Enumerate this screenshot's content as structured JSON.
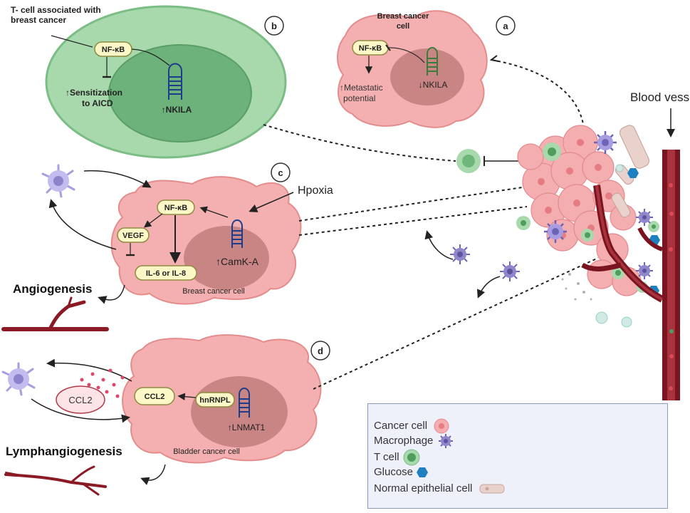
{
  "panels": {
    "a": {
      "badge": "a",
      "cell_title": "Breast cancer cell",
      "nfkb": "NF-κB",
      "nkila": "↓NKILA",
      "outcome": "↑Metastatic potential"
    },
    "b": {
      "badge": "b",
      "title": "T- cell associated with breast cancer",
      "nfkb": "NF-κB",
      "nkila": "↑NKILA",
      "outcome": "↑Sensitization to AICD"
    },
    "c": {
      "badge": "c",
      "stimulus": "Hpoxia",
      "nfkb": "NF-κB",
      "vegf": "VEGF",
      "il": "IL-6 or IL-8",
      "camk": "↑CamK-A",
      "cell_label": "Breast cancer cell",
      "result": "Angiogenesis"
    },
    "d": {
      "badge": "d",
      "ccl2_box": "CCL2",
      "ccl2_cloud": "CCL2",
      "hnrnpl": "hnRNPL",
      "lnmat": "↑LNMAT1",
      "cell_label": "Bladder cancer cell",
      "result": "Lymphangiogenesis"
    }
  },
  "blood_vessel_label": "Blood vessel",
  "legend": {
    "items": [
      {
        "label": "Cancer cell",
        "icon": "cancer-cell-icon"
      },
      {
        "label": "Macrophage",
        "icon": "macrophage-icon"
      },
      {
        "label": "T cell",
        "icon": "t-cell-icon"
      },
      {
        "label": "Glucose",
        "icon": "glucose-icon"
      },
      {
        "label": "Normal epithelial cell",
        "icon": "epithelial-cell-icon"
      }
    ]
  },
  "colors": {
    "cancer": "#f4b0b0",
    "cancer_edge": "#e48c8c",
    "nucleus": "#c98484",
    "tcell_outer": "#9fd5a6",
    "tcell_inner": "#6fb67a",
    "macrophage": "#8f86cc",
    "vessel": "#7a1520",
    "glucose": "#1e7fc1",
    "box_fill": "#fbf7c6",
    "box_edge": "#8e8a40"
  }
}
